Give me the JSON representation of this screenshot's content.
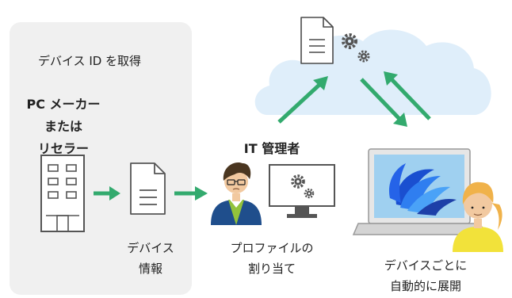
{
  "left_panel": {
    "heading": "デバイス ID を取得",
    "source_lines": [
      "PC メーカー",
      "または",
      "リセラー"
    ]
  },
  "document_step": {
    "label_lines": [
      "デバイス",
      "情報"
    ]
  },
  "admin_step": {
    "title": "IT 管理者",
    "label_lines": [
      "プロファイルの",
      "割り当て"
    ]
  },
  "device_step": {
    "label_lines": [
      "デバイスごとに",
      "自動的に展開"
    ]
  },
  "colors": {
    "arrow": "#33aa6e",
    "cloud": "#dfeefa",
    "panel": "#f0f0f0",
    "admin_shirt": "#1f4e8c",
    "admin_tie": "#93c23b",
    "user_shirt": "#f2e23a",
    "user_hair": "#f0b24a"
  }
}
